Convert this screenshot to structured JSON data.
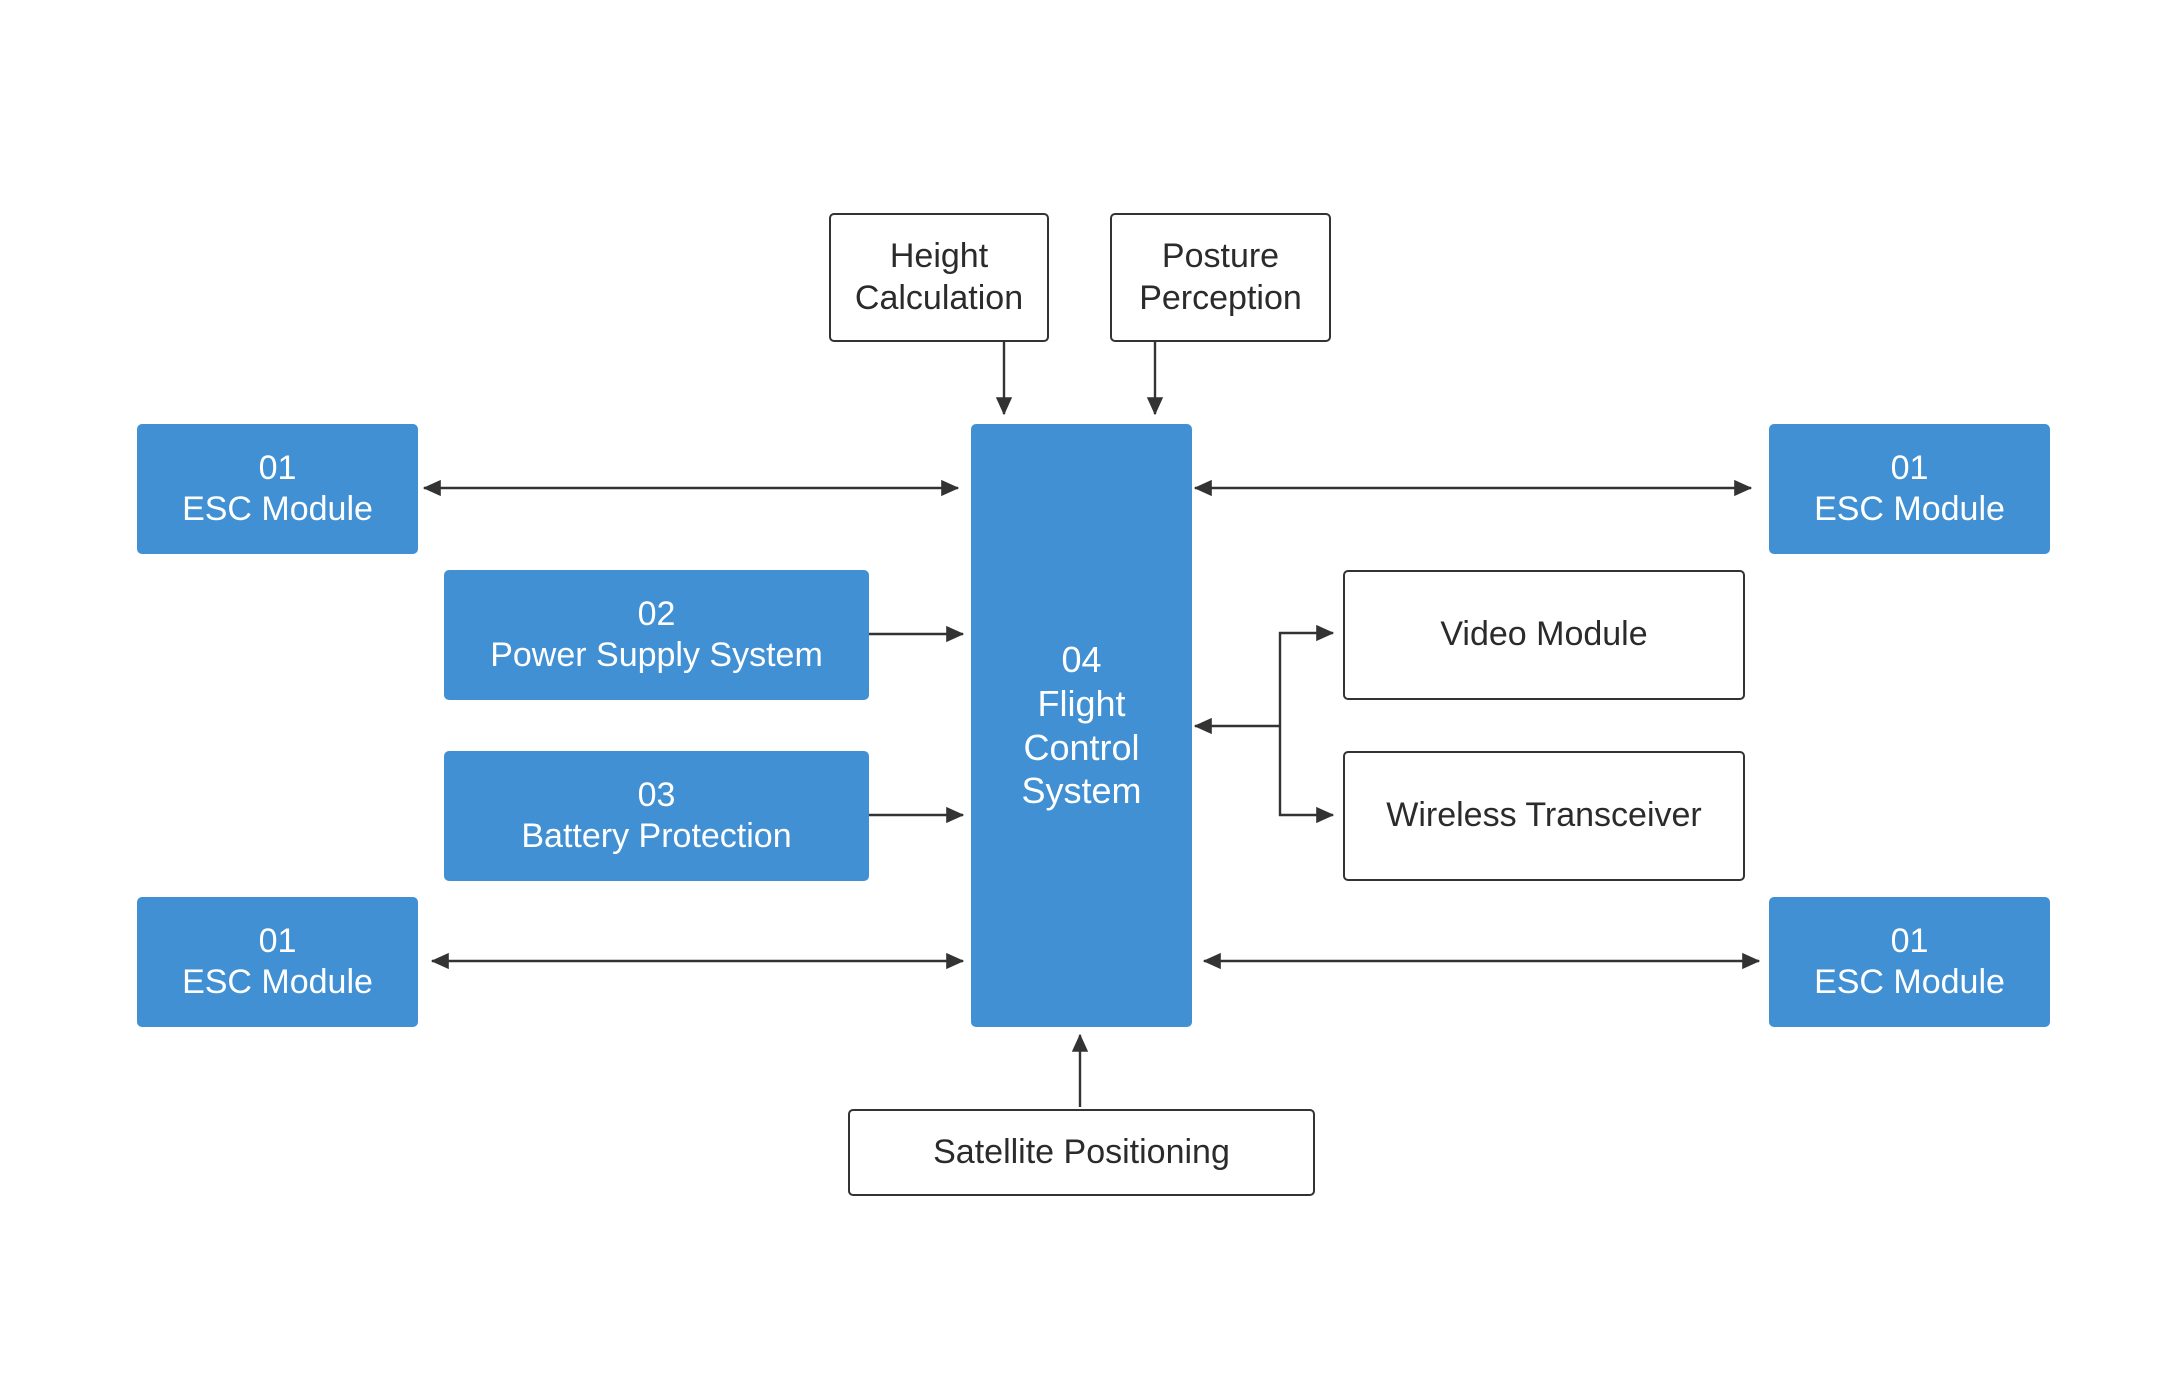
{
  "colors": {
    "blue_fill": "#4190d4",
    "line": "#333333",
    "text_dark": "#2b2b2b",
    "text_light": "#ffffff"
  },
  "nodes": {
    "height_calc": {
      "lines": [
        "Height",
        "Calculation"
      ]
    },
    "posture": {
      "lines": [
        "Posture",
        "Perception"
      ]
    },
    "esc_tl": {
      "number": "01",
      "label": "ESC Module"
    },
    "esc_tr": {
      "number": "01",
      "label": "ESC Module"
    },
    "esc_bl": {
      "number": "01",
      "label": "ESC Module"
    },
    "esc_br": {
      "number": "01",
      "label": "ESC Module"
    },
    "power": {
      "number": "02",
      "label": "Power Supply System"
    },
    "battery": {
      "number": "03",
      "label": "Battery Protection"
    },
    "fcs": {
      "number": "04",
      "lines": [
        "Flight",
        "Control",
        "System"
      ]
    },
    "video": {
      "label": "Video Module"
    },
    "wireless": {
      "label": "Wireless Transceiver"
    },
    "satellite": {
      "label": "Satellite Positioning"
    }
  }
}
